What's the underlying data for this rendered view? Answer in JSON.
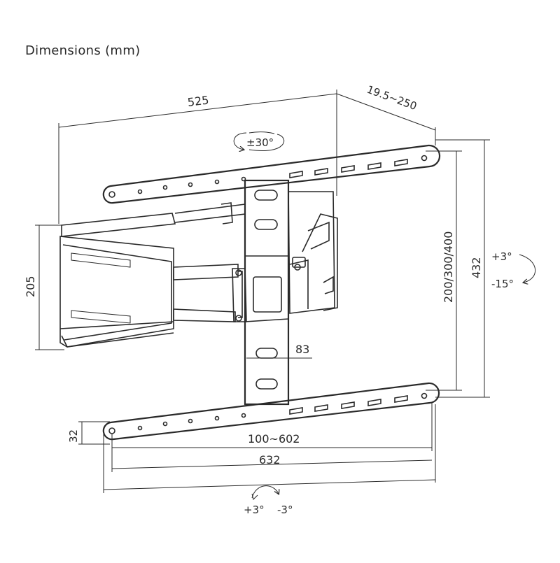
{
  "title": "Dimensions (mm)",
  "dimensions": {
    "depth_width": "525",
    "wall_depth": "19.5~250",
    "swivel": "±30°",
    "plate_height": "205",
    "vesa_vertical": "200/300/400",
    "overall_height": "432",
    "column_width": "83",
    "rail_height": "32",
    "vesa_horizontal": "100~602",
    "overall_width": "632"
  },
  "tilt": {
    "up": "+3°",
    "down": "-15°"
  },
  "level": {
    "plus": "+3°",
    "minus": "-3°"
  },
  "icons": [
    "swivel-arrow-icon",
    "tilt-arrow-icon",
    "level-arrow-icon"
  ]
}
